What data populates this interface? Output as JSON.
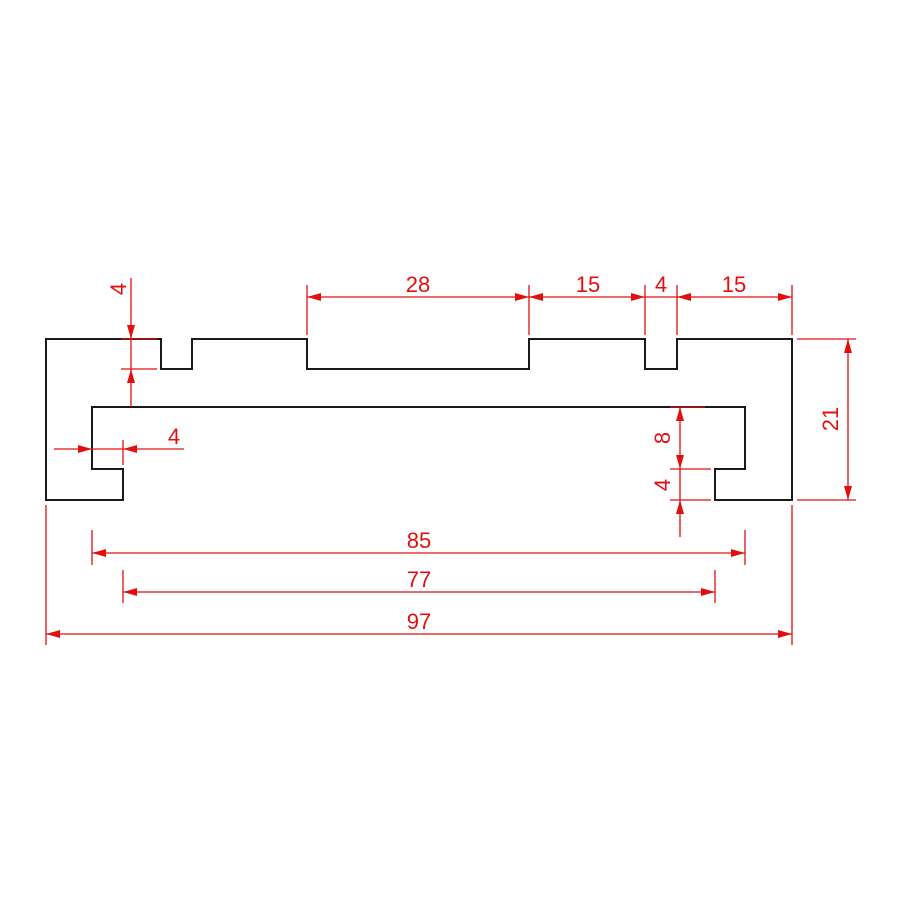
{
  "drawing": {
    "line_color": "#1a1a1a",
    "dimension_color": "#e01010",
    "dimensions": {
      "top_recess_width": "28",
      "top_land_width": "15",
      "right_slot_width": "4",
      "right_end_width": "15",
      "total_height": "21",
      "slot_depth": "4",
      "lip_width": "4",
      "cavity_height": "8",
      "lip_height": "4",
      "inner_cavity_width": "85",
      "opening_width": "77",
      "total_width": "97"
    }
  }
}
